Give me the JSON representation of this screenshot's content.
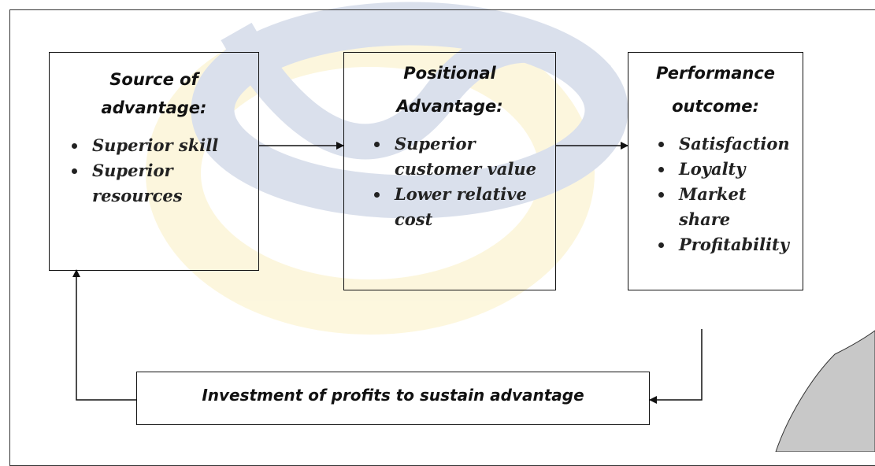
{
  "source_box": {
    "title_line1": "Source of",
    "title_line2": "advantage:",
    "items": [
      "Superior skill",
      "Superior resources"
    ]
  },
  "positional_box": {
    "title_line1": "Positional",
    "title_line2": "Advantage:",
    "items": [
      "Superior customer value",
      "Lower relative cost"
    ]
  },
  "performance_box": {
    "title_line1": "Performance",
    "title_line2": "outcome:",
    "items": [
      "Satisfaction",
      "Loyalty",
      "Market share",
      "Profitability"
    ]
  },
  "feedback_box": {
    "label": "Investment of profits to sustain advantage"
  },
  "colors": {
    "watermark_blue": "#3a5a9a",
    "watermark_yellow": "#f2d24a",
    "line": "#111111",
    "page_curl": "#c8c8c8"
  }
}
